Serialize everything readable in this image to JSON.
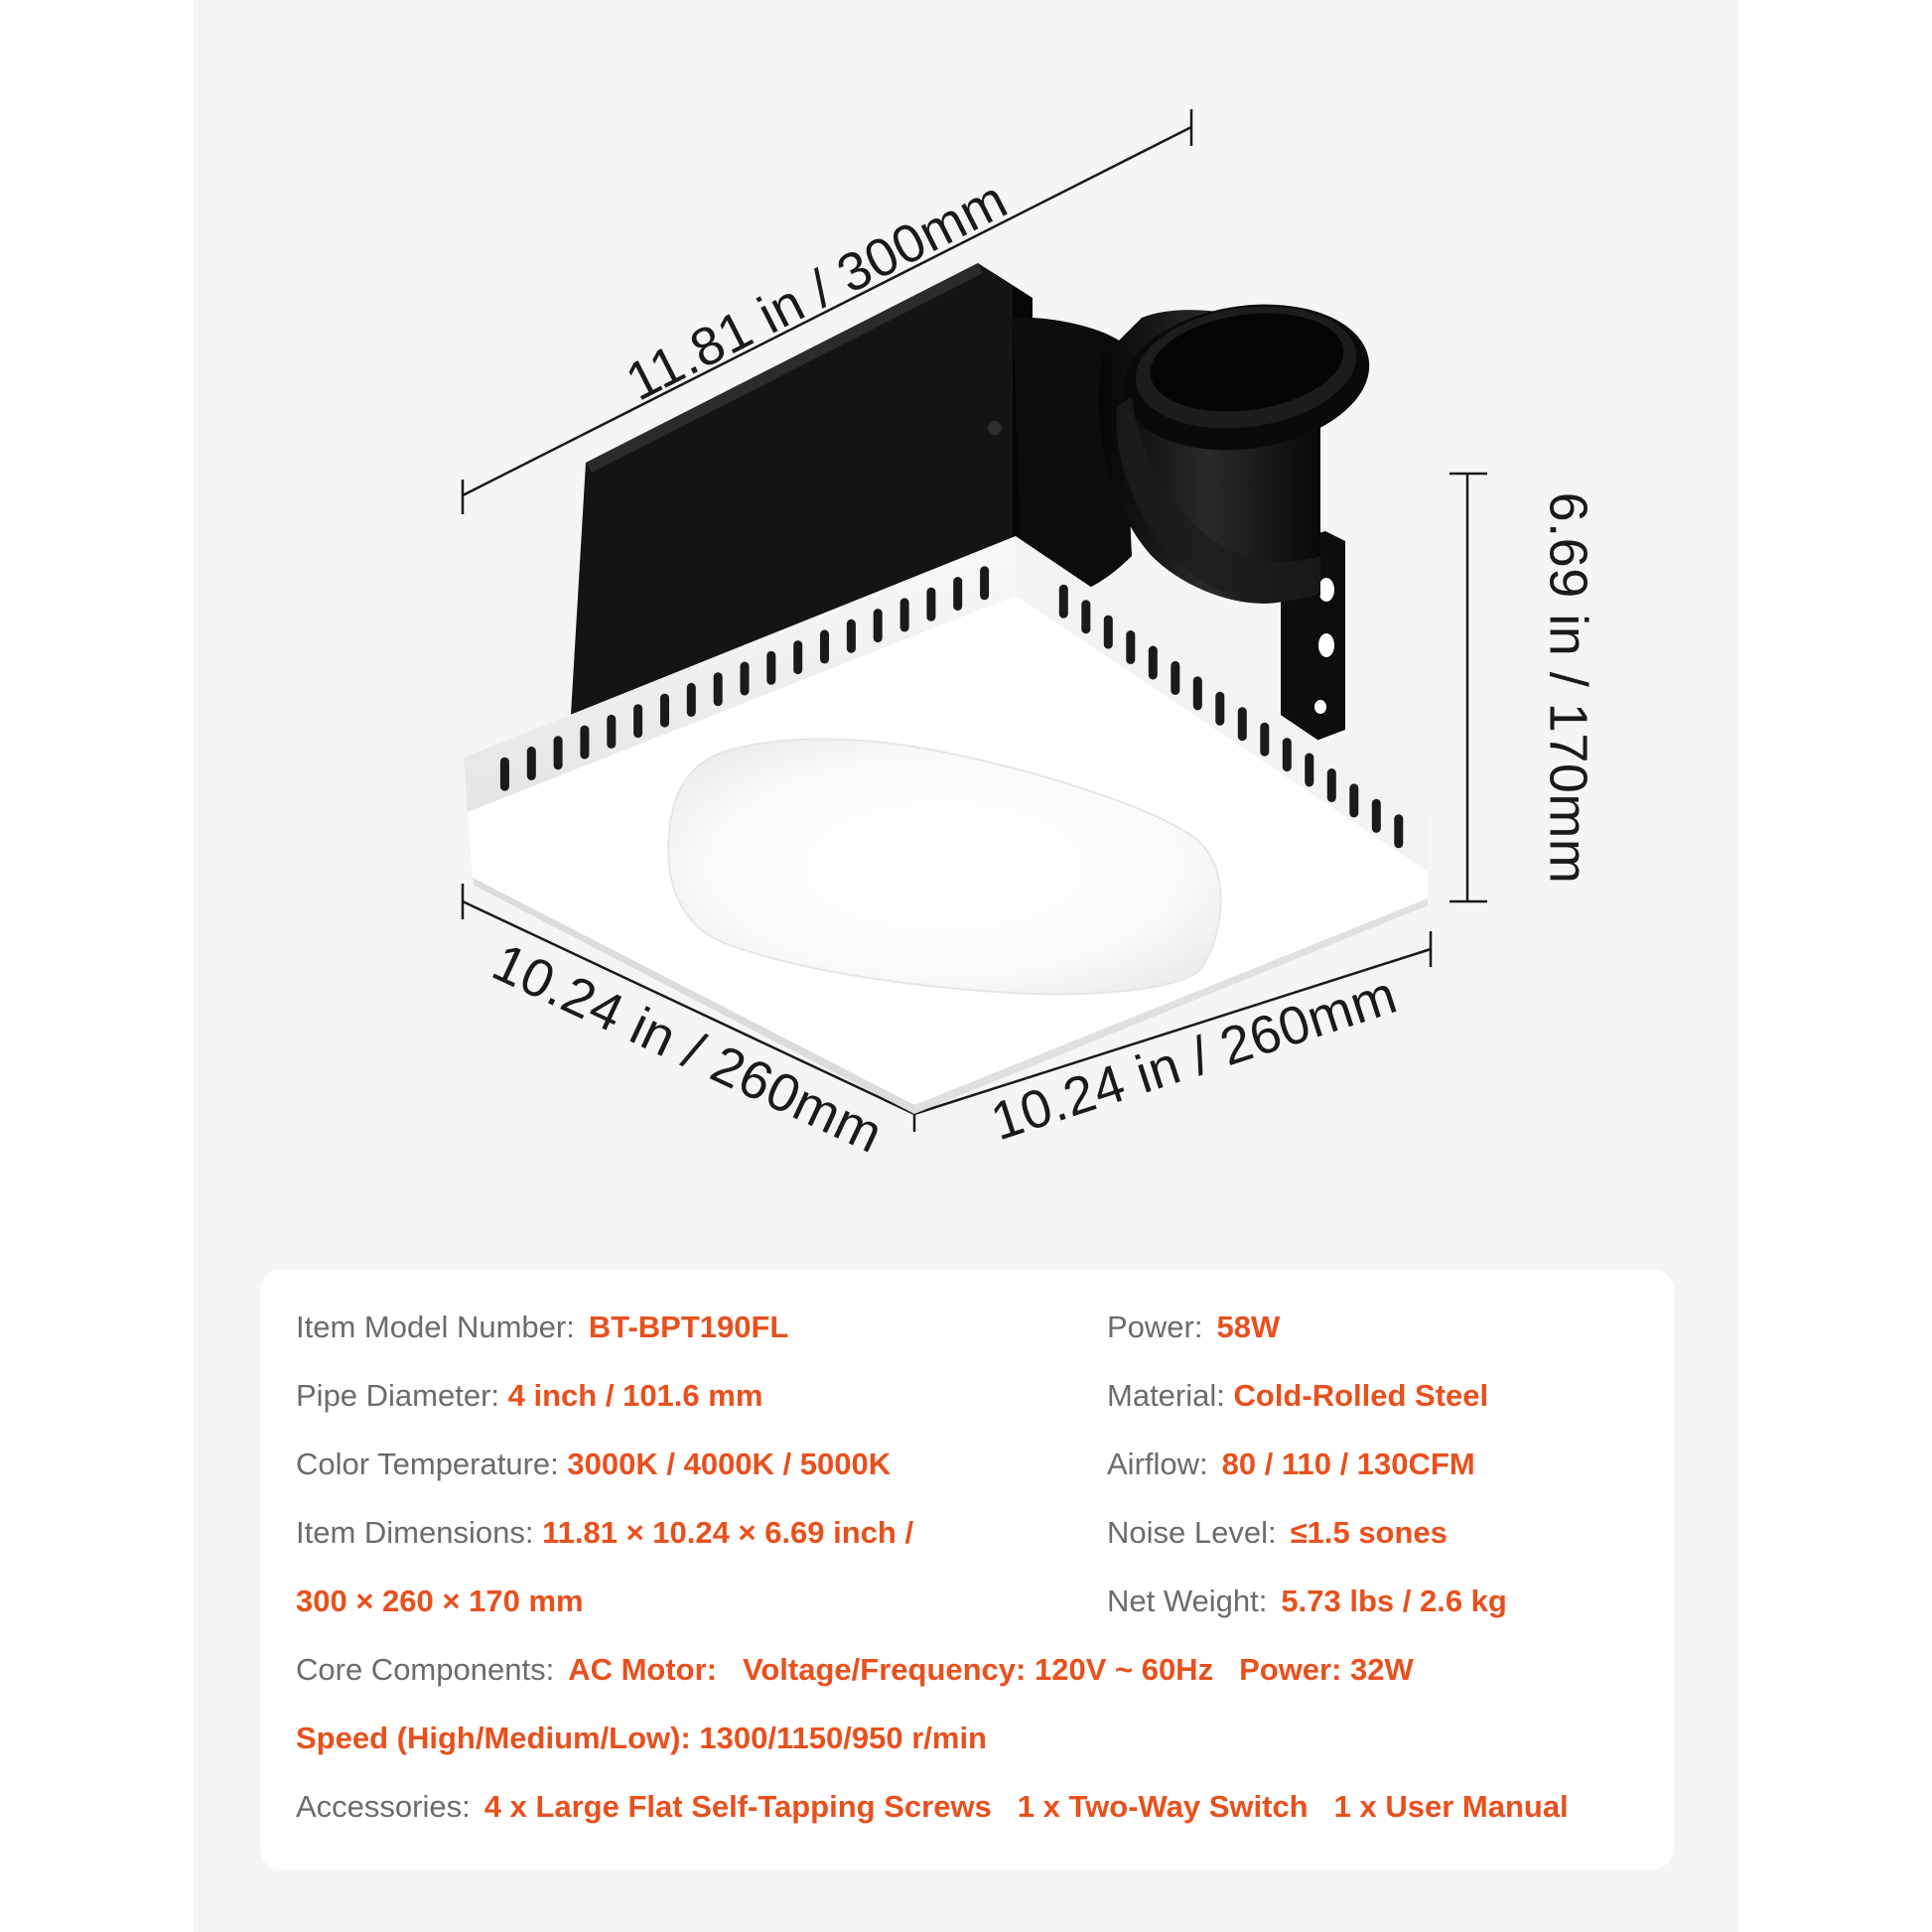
{
  "dimensions": {
    "width": "11.81 in / 300mm",
    "height": "6.69 in / 170mm",
    "depth_left": "10.24 in / 260mm",
    "depth_right": "10.24 in / 260mm"
  },
  "specs": {
    "model": {
      "label": "Item Model Number:",
      "value": "BT-BPT190FL"
    },
    "power": {
      "label": "Power:",
      "value": "58W"
    },
    "pipe": {
      "label": "Pipe Diameter:",
      "value": "4 inch / 101.6 mm"
    },
    "material": {
      "label": "Material:",
      "value": "Cold-Rolled Steel"
    },
    "color_temp": {
      "label": "Color Temperature:",
      "value": "3000K / 4000K / 5000K"
    },
    "airflow": {
      "label": "Airflow:",
      "value": "80 / 110 / 130CFM"
    },
    "dimensions": {
      "label": "Item Dimensions:",
      "value_line1": "11.81 × 10.24 × 6.69 inch /",
      "value_line2": "300 × 260 × 170 mm"
    },
    "noise": {
      "label": "Noise Level:",
      "value": "≤1.5 sones"
    },
    "weight": {
      "label": "Net Weight:",
      "value": "5.73 lbs / 2.6 kg"
    },
    "core": {
      "label": "Core Components:",
      "motor": "AC Motor:",
      "voltage": "Voltage/Frequency: 120V ~ 60Hz",
      "power": "Power: 32W",
      "speed": "Speed (High/Medium/Low): 1300/1150/950 r/min"
    },
    "accessories": {
      "label": "Accessories:",
      "items": [
        "4 x Large Flat Self-Tapping Screws",
        "1 x Two-Way Switch",
        "1 x User Manual"
      ]
    }
  },
  "colors": {
    "accent": "#e8501d",
    "label": "#6b6b6b",
    "panel_bg": "#f5f5f5",
    "product_body": "#111111",
    "product_grille": "#ffffff"
  }
}
